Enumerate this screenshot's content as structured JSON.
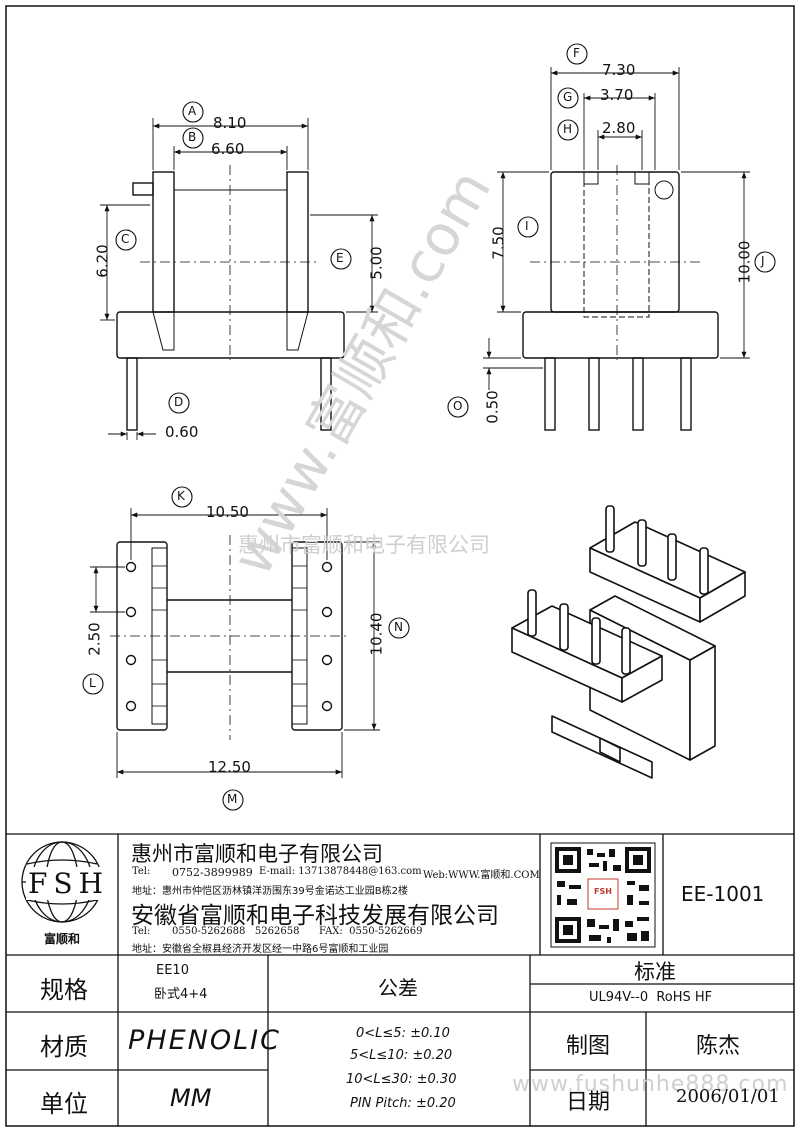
{
  "watermarks": {
    "diagonal": "www.富顺和.com",
    "center": "惠州市富顺和电子有限公司",
    "bottom": "www.fushunhe888.com"
  },
  "dims": {
    "A": "8.10",
    "B": "6.60",
    "C": "6.20",
    "D": "0.60",
    "E": "5.00",
    "F": "7.30",
    "G": "3.70",
    "H": "2.80",
    "I": "7.50",
    "J": "10.00",
    "K": "10.50",
    "L": "2.50",
    "M": "12.50",
    "N": "10.40",
    "O": "0.50"
  },
  "letters": [
    "A",
    "B",
    "C",
    "D",
    "E",
    "F",
    "G",
    "H",
    "I",
    "J",
    "K",
    "L",
    "M",
    "N",
    "O"
  ],
  "titleblock": {
    "logo_text": "FSH",
    "logo_caption": "富顺和",
    "company1": {
      "name": "惠州市富顺和电子有限公司",
      "tel_label": "Tel:",
      "tel": "0752-3899989",
      "email": "E-mail: 13713878448@163.com",
      "web": "Web:WWW.富顺和.COM",
      "address": "地址：惠州市仲恺区沥林镇洋沥围东39号金诺达工业园B栋2楼"
    },
    "company2": {
      "name": "安徽省富顺和电子科技发展有限公司",
      "tel_label": "Tel:",
      "tel": "0550-5262688   5262658",
      "fax": "FAX:  0550-5262669",
      "address": "地址：安徽省全椒县经济开发区经一中路6号富顺和工业园"
    },
    "qr_caption": "FSH",
    "part_number": "EE-1001",
    "spec_label": "规格",
    "spec_value_1": "EE10",
    "spec_value_2": "卧式4+4",
    "tolerance_label": "公差",
    "standard_label": "标准",
    "standard_value": "UL94V--0  RoHS HF",
    "material_label": "材质",
    "material_value": "PHENOLIC",
    "tolerances": [
      "0<L≤5: ±0.10",
      "5<L≤10: ±0.20",
      "10<L≤30: ±0.30",
      "PIN Pitch: ±0.20"
    ],
    "drawn_label": "制图",
    "drawn_value": "陈杰",
    "unit_label": "单位",
    "unit_value": "MM",
    "date_label": "日期",
    "date_value": "2006/01/01"
  }
}
